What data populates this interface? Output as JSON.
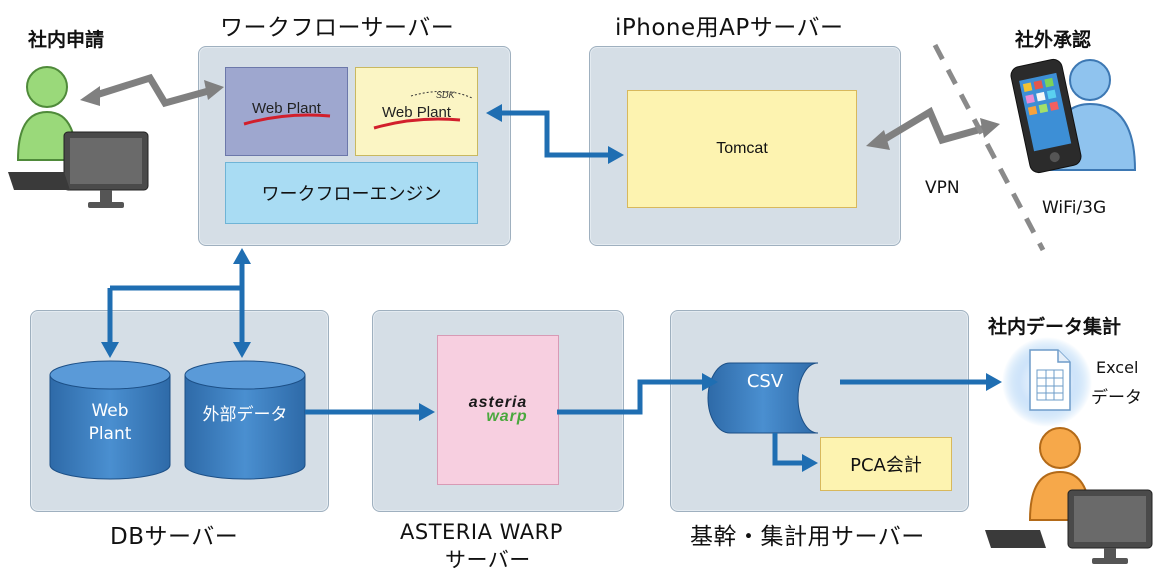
{
  "titles": {
    "workflow_server": "ワークフローサーバー",
    "iphone_server": "iPhone用APサーバー",
    "db_server": "DBサーバー",
    "asteria_server_line1": "ASTERIA WARP",
    "asteria_server_line2": "サーバー",
    "core_server": "基幹・集計用サーバー"
  },
  "actors": {
    "internal_request": "社内申請",
    "external_approval": "社外承認",
    "internal_aggregation": "社内データ集計"
  },
  "workflow": {
    "webplant_label": "Web Plant",
    "webplant_sdk_label": "Web Plant",
    "sdk_tag": "SDK",
    "engine_label": "ワークフローエンジン"
  },
  "iphone": {
    "tomcat_label": "Tomcat",
    "vpn_label": "VPN",
    "network_label": "WiFi/3G"
  },
  "db": {
    "webplant_db_line1": "Web",
    "webplant_db_line2": "Plant",
    "external_db_label": "外部データ"
  },
  "asteria": {
    "logo_line1": "asteria",
    "logo_line2": "warp"
  },
  "core": {
    "csv_label": "CSV",
    "pca_label": "PCA会計"
  },
  "excel": {
    "label_line1": "Excel",
    "label_line2": "データ"
  },
  "colors": {
    "panel": "#d5dee6",
    "arrow_blue": "#1f6eb2",
    "arrow_gray": "#7f7f7f",
    "webplant_box": "#9ea7cf",
    "sdk_box": "#fbf5c4",
    "engine_box": "#a9dcf3",
    "tomcat_box": "#fdf3b0",
    "db_blue": "#3b7cbc",
    "asteria_pink": "#f7cfe0",
    "pca_box": "#fdf3b0"
  }
}
